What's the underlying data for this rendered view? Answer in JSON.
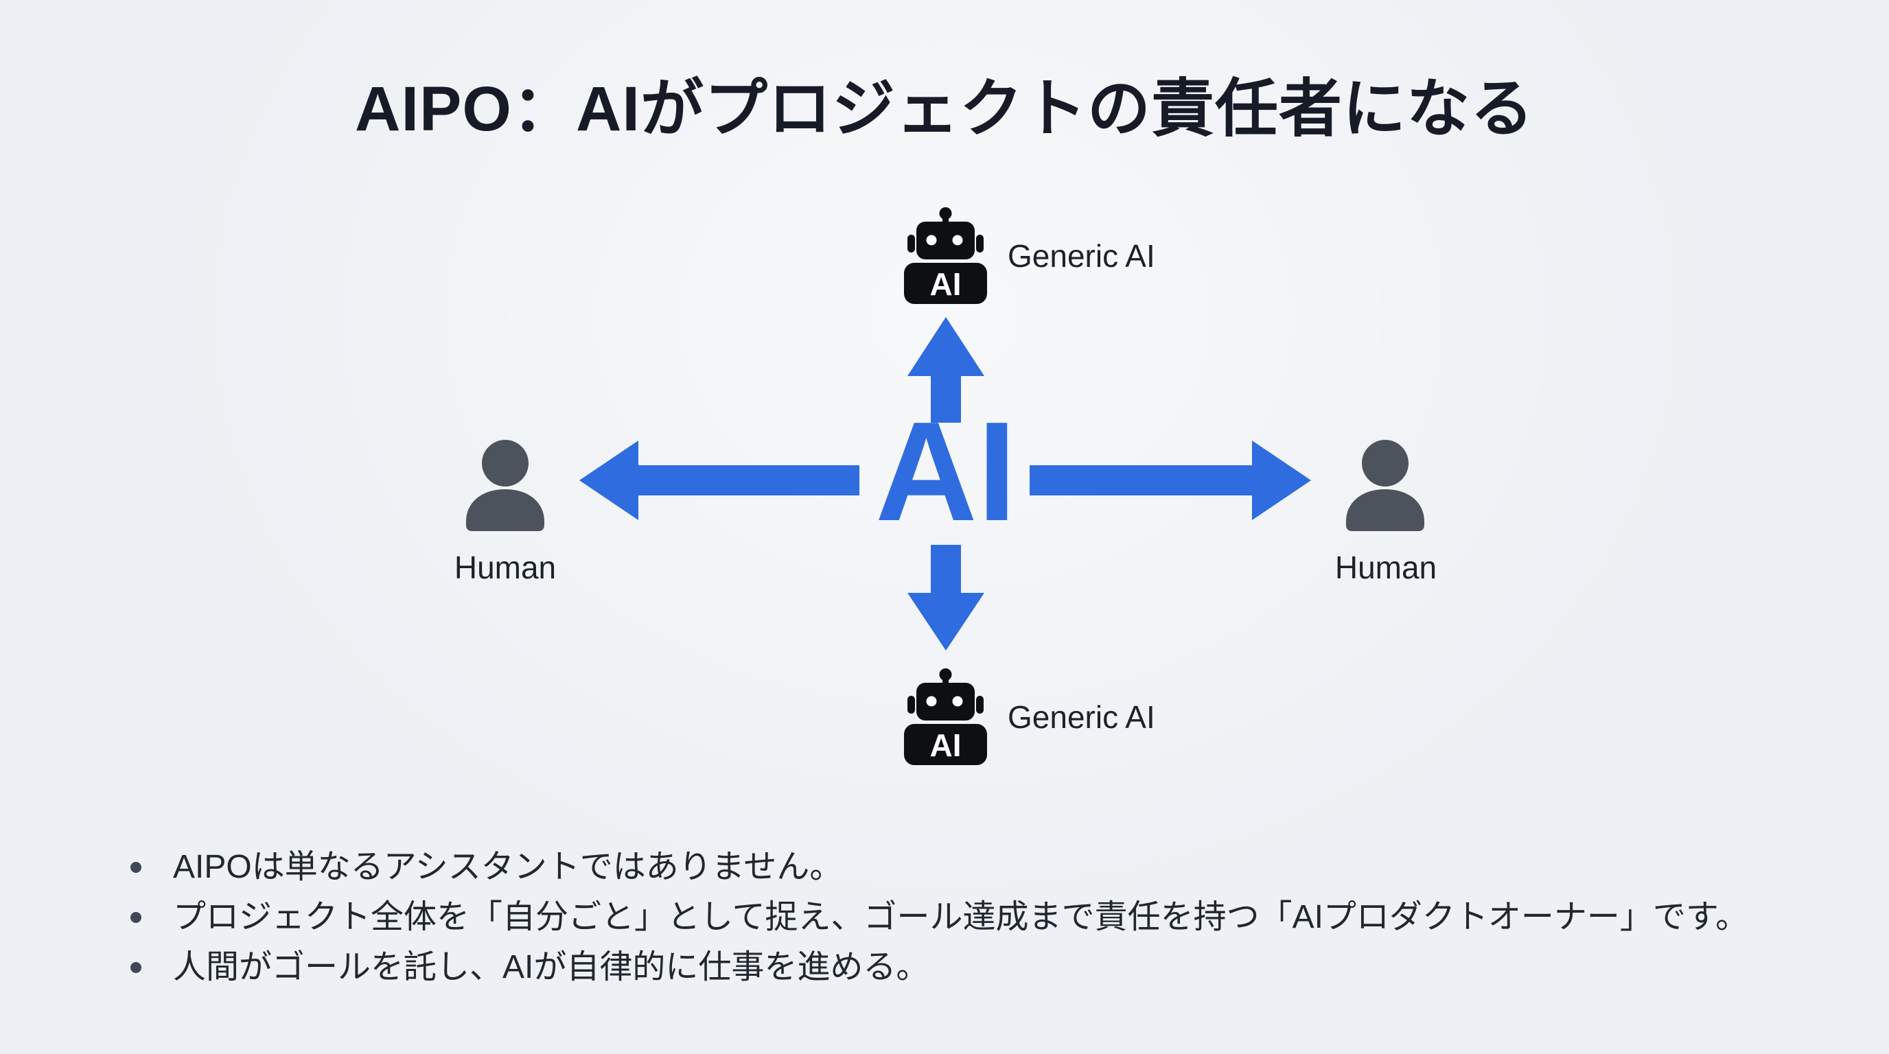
{
  "title": "AIPO：AIがプロジェクトの責任者になる",
  "diagram": {
    "center_label": "AI",
    "robot_badge": "AI",
    "top": {
      "label": "Generic AI",
      "icon": "robot-icon"
    },
    "bottom": {
      "label": "Generic AI",
      "icon": "robot-icon"
    },
    "left": {
      "label": "Human",
      "icon": "person-icon"
    },
    "right": {
      "label": "Human",
      "icon": "person-icon"
    },
    "arrow_directions": [
      "up",
      "down",
      "left",
      "right"
    ]
  },
  "bullets": {
    "items": [
      "AIPOは単なるアシスタントではありません。",
      "プロジェクト全体を「自分ごと」として捉え、ゴール達成まで責任を持つ「AIプロダクトオーナー」です。",
      "人間がゴールを託し、AIが自律的に仕事を進める。"
    ]
  },
  "colors": {
    "bg": "#edf0f4",
    "accent": "#2f6cdf",
    "title": "#161b27",
    "text": "#22262e",
    "label": "#1d222a",
    "icon_gray": "#4c535d",
    "icon_black": "#0e0f12",
    "dot": "#3f4854"
  }
}
